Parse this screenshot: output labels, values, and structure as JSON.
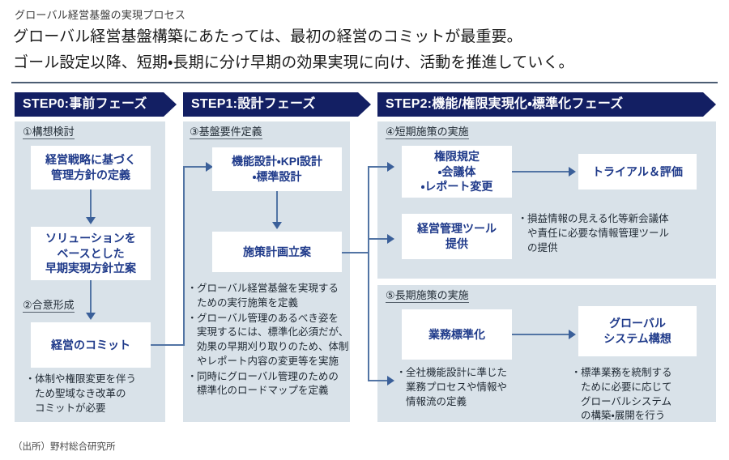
{
  "header": {
    "kicker": "グローバル経営基盤の実現プロセス",
    "lead_line1": "グローバル経営基盤構築にあたっては、最初の経営のコミットが最重要。",
    "lead_line2": "ゴール設定以降、短期・長期に分け早期の効果実現に向け、活動を推進していく。"
  },
  "colors": {
    "banner_navy": "#131f63",
    "panel_bg": "#d9e2e9",
    "box_text": "#1f3a8a",
    "connector": "#5274a4",
    "rule": "#4c5d73"
  },
  "steps": [
    {
      "id": "step0",
      "label": "STEP0:事前フェーズ"
    },
    {
      "id": "step1",
      "label": "STEP1:設計フェーズ"
    },
    {
      "id": "step2",
      "label": "STEP2:機能/権限実現化・標準化フェーズ"
    }
  ],
  "sections": {
    "s1": "①構想検討",
    "s2": "②合意形成",
    "s3": "③基盤要件定義",
    "s4": "④短期施策の実施",
    "s5": "⑤長期施策の実施"
  },
  "boxes": {
    "b_kanri": "経営戦略に基づく\n管理方針の定義",
    "b_solution": "ソリューションを\nベースとした\n早期実現方針立案",
    "b_commit": "経営のコミット",
    "b_kinou": "機能設計・KPI設計\n・標準設計",
    "b_shisaku": "施策計画立案",
    "b_kengen": "権限規定\n・会議体\n・レポート変更",
    "b_trial": "トライアル＆評価",
    "b_tool": "経営管理ツール\n提供",
    "b_gyomu": "業務標準化",
    "b_global": "グローバル\nシステム構想"
  },
  "box_lines": {
    "b_kanri": [
      "経営戦略に基づく",
      "管理方針の定義"
    ],
    "b_solution": [
      "ソリューションを",
      "ベースとした",
      "早期実現方針立案"
    ],
    "b_commit": [
      "経営のコミット"
    ],
    "b_kinou": [
      "機能設計・KPI設計",
      "・標準設計"
    ],
    "b_shisaku": [
      "施策計画立案"
    ],
    "b_kengen": [
      "権限規定",
      "・会議体",
      "・レポート変更"
    ],
    "b_trial": [
      "トライアル＆評価"
    ],
    "b_tool": [
      "経営管理ツール",
      "提供"
    ],
    "b_gyomu": [
      "業務標準化"
    ],
    "b_global": [
      "グローバル",
      "システム構想"
    ]
  },
  "bullets": {
    "commit": [
      "体制や権限変更を伴う\nため聖域なき改革の\nコミットが必要"
    ],
    "commit_lines": [
      [
        "体制や権限変更を伴う",
        "ため聖域なき改革の",
        "コミットが必要"
      ]
    ],
    "step1_lines": [
      [
        "グローバル経営基盤を実現する",
        "ための実行施策を定義"
      ],
      [
        "グローバル管理のあるべき姿を",
        "実現するには、標準化必須だが、",
        "効果の早期刈り取りのため、体制",
        "やレポート内容の変更等を実施"
      ],
      [
        "同時にグローバル管理のための",
        "標準化のロードマップを定義"
      ]
    ],
    "tool_lines": [
      [
        "損益情報の見える化等新会議体",
        "や責任に必要な情報管理ツール",
        "の提供"
      ]
    ],
    "gyomu_lines": [
      [
        "全社機能設計に準じた",
        "業務プロセスや情報や",
        "情報流の定義"
      ]
    ],
    "global_lines": [
      [
        "標準業務を統制する",
        "ために必要に応じて",
        "グローバルシステム",
        "の構築・展開を行う"
      ]
    ]
  },
  "footer": {
    "source": "（出所）野村総合研究所"
  }
}
